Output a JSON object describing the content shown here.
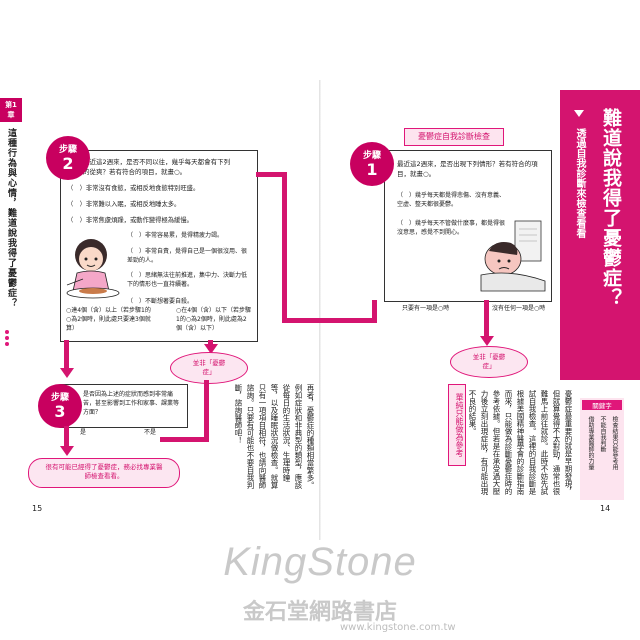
{
  "left_page": {
    "chapter": "第1章",
    "running_title": "這種行為與心情，難道說我得了憂鬱症？",
    "page_number": "15",
    "step2": {
      "label": "步驟",
      "number": "2",
      "prompt": "最近這2週來，是否不同以往，幾乎每天都會有下列的從爽？若有符合的項目，就畫○。",
      "items": [
        "（　）非常沒有食慾，或相反地食慾特別旺盛。",
        "（　）非常難以入眠，或相反地睡太多。",
        "（　）非常焦慮煩躁，或動作變得極為緩慢。",
        "（　）非常容易累，覺得精疲力竭。",
        "（　）非常自責，覺得自己是一個很沒用、很差勁的人。",
        "（　）思緒無法往前推進，集中力、決斷力低下的情形也一直持續著。",
        "（　）不斷想著要自殺。"
      ],
      "yes_text": "○達4個（含）以上（若步驟1的○為2個時，則此處只要達3個就算）",
      "no_text": "○在4個（含）以下（若步驟1的○為2個時，則此處為2個（含）以下）"
    },
    "not_depression_label": "並非「憂鬱症」",
    "step3": {
      "label": "步驟",
      "number": "3",
      "prompt": "是否因為上述的症狀而感到非常痛苦，甚至影響到工作和家事、課業等方面？",
      "yes": "是",
      "no": "不是"
    },
    "result_bubble": "很有可能已經得了憂鬱症，務必找專業醫師檢查看看。",
    "body_text": "再者，憂鬱症的種類相當繁多。例如症狀和非典型的類型，應該從每日的生活狀況、生理時鐘等，以及睡眠狀況做檢查。就算只有一項項目相符，也請向醫師諮詢。只要有可能也不要自我判斷，諮詢醫師吧！"
  },
  "right_page": {
    "page_number": "14",
    "title": "難道說我得了憂鬱症？",
    "subtitle": "透過自我診斷來檢查看看",
    "keywords_label": "關鍵字",
    "keywords": [
      "檢查結果只能參考用",
      "不能自我判斷",
      "借助專業醫師的力量"
    ],
    "self_check_title": "憂鬱症自我診斷檢查",
    "step1": {
      "label": "步驟",
      "number": "1",
      "prompt": "最近這2週來，是否出現下列情形？若有符合的項目，就畫○。",
      "items": [
        "（　）幾乎每天都覺得悲傷、沒有意義、空虛、整天都很憂鬱。",
        "（　）幾乎每天不管做什麼事，都覺得很沒意思，感覺不到開心。"
      ],
      "yes": "只要有一項是○時",
      "no": "沒有任何一項是○時"
    },
    "not_depression_label": "並非「憂鬱症」",
    "tip_box_label": "單純只能做為參考",
    "body_text": "憂鬱症最重要的就是早期發現，但就算覺得不太對勁，通常也很難馬上前往就診。此時不妨先試試自我檢查。這裡的自我診斷是根據美國精神醫學會的診斷指南而來，只能做為診斷憂鬱症時的參考依據。但若是在承受過大壓力後立刻出現症狀，有可能出現不良的結果。"
  },
  "watermark": {
    "brand": "KingStone",
    "chinese": "金石堂網路書店",
    "url": "www.kingstone.com.tw"
  }
}
